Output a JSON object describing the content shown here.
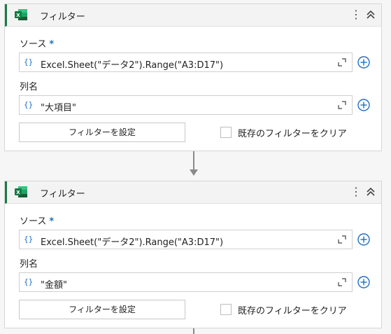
{
  "activities": [
    {
      "title": "フィルター",
      "source_label": "ソース",
      "required_mark": "*",
      "source_value": "Excel.Sheet(\"データ2\").Range(\"A3:D17\")",
      "column_label": "列名",
      "column_value": "\"大項目\"",
      "filter_button": "フィルターを設定",
      "clear_checkbox_label": "既存のフィルターをクリア",
      "clear_checked": false
    },
    {
      "title": "フィルター",
      "source_label": "ソース",
      "required_mark": "*",
      "source_value": "Excel.Sheet(\"データ2\").Range(\"A3:D17\")",
      "column_label": "列名",
      "column_value": "\"金額\"",
      "filter_button": "フィルターを設定",
      "clear_checkbox_label": "既存のフィルターをクリア",
      "clear_checked": false
    }
  ],
  "icons": {
    "header": "excel-icon",
    "menu": "kebab-menu-icon",
    "collapse": "chevron-up-double-icon",
    "expression": "curly-braces-icon",
    "expand": "expand-editor-icon",
    "add": "plus-circle-icon"
  },
  "colors": {
    "excel_green": "#1d7a48",
    "accent_blue": "#1f6fc5"
  }
}
